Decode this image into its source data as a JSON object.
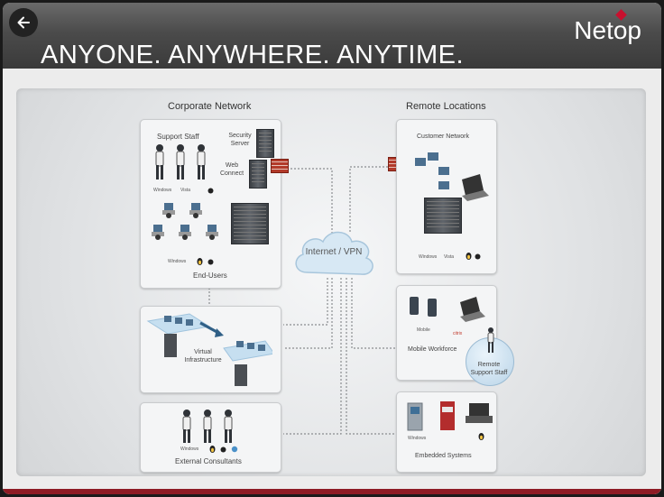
{
  "header": {
    "headline": "ANYONE. ANYWHERE. ANYTIME.",
    "logo": "Netop"
  },
  "navigation": {
    "back_icon": "arrow-left-icon"
  },
  "diagram": {
    "corporate": {
      "title": "Corporate Network",
      "support_staff": "Support Staff",
      "security_server": "Security Server",
      "web_connect": "Web Connect",
      "end_users": "End-Users",
      "virtual_infrastructure": "Virtual Infrastructure",
      "external_consultants": "External Consultants"
    },
    "center": {
      "cloud_label": "Internet / VPN"
    },
    "remote": {
      "title": "Remote Locations",
      "customer_network": "Customer Network",
      "mobile_workforce": "Mobile Workforce",
      "remote_support_staff": "Remote Support Staff",
      "embedded_systems": "Embedded Systems"
    },
    "os_labels": {
      "windows": "Windows",
      "vista": "Vista",
      "mobile": "Mobile",
      "citrix": "citrix"
    }
  },
  "colors": {
    "header_bg": "#4b4b4b",
    "accent_red": "#c8102e",
    "bottom_bar": "#8e1b24",
    "panel_border": "#c9cbcd"
  }
}
